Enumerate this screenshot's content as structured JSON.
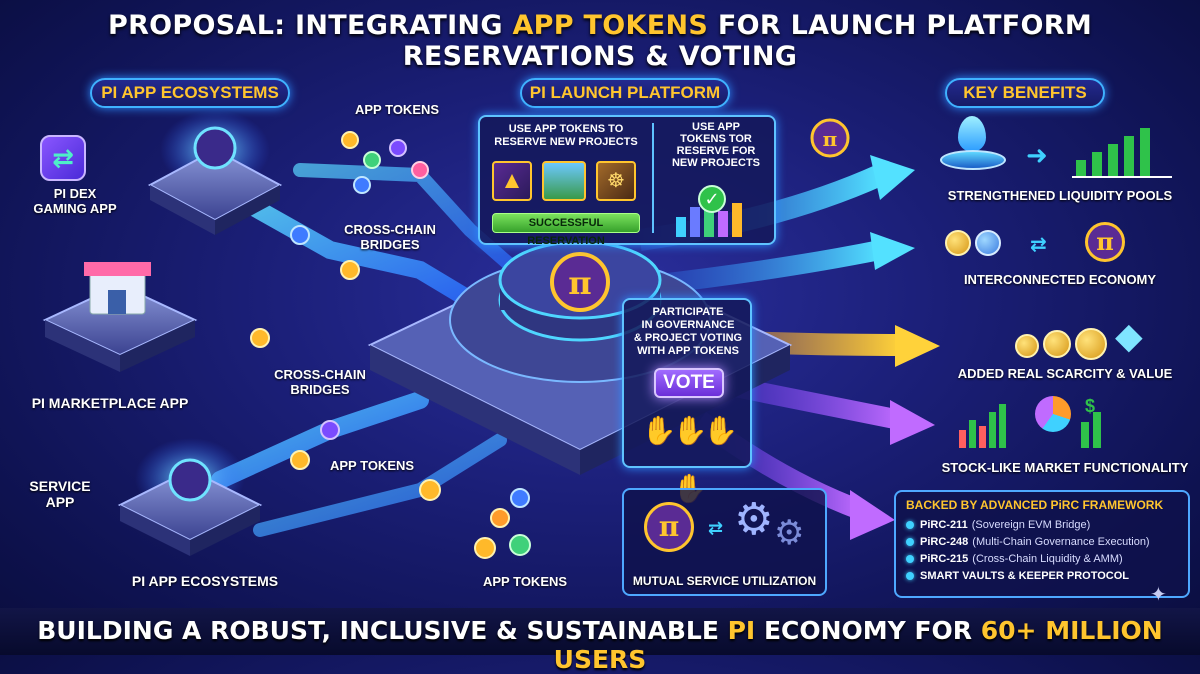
{
  "title": {
    "prefix": "PROPOSAL: INTEGRATING ",
    "highlight": "APP TOKENS",
    "suffix": " FOR LAUNCH PLATFORM RESERVATIONS & VOTING"
  },
  "sections": {
    "ecosystems": "PI APP ECOSYSTEMS",
    "launch_platform": "PI LAUNCH PLATFORM",
    "key_benefits": "KEY BENEFITS"
  },
  "apps": {
    "dex": "PI DEX\nGAMING APP",
    "marketplace": "PI MARKETPLACE APP",
    "service": "SERVICE\nAPP",
    "ecosystems_bottom": "PI APP ECOSYSTEMS"
  },
  "flow_labels": {
    "app_tokens_top": "APP TOKENS",
    "bridges_top": "CROSS-CHAIN\nBRIDGES",
    "bridges_mid": "CROSS-CHAIN\nBRIDGES",
    "app_tokens_mid": "APP TOKENS",
    "app_tokens_bottom": "APP TOKENS"
  },
  "launch": {
    "reserve_left": "USE APP TOKENS TO\nRESERVE NEW PROJECTS",
    "reserve_right": "USE APP\nTOKENS TOR\nRESERVE FOR\nNEW PROJECTS",
    "success_button": "SUCCESSFUL RESERVATION"
  },
  "governance": {
    "text": "PARTICIPATE\nIN GOVERNANCE\n& PROJECT VOTING\nWITH APP TOKENS",
    "vote_button": "VOTE"
  },
  "mutual": "MUTUAL SERVICE UTILIZATION",
  "benefits": [
    "STRENGTHENED LIQUIDITY POOLS",
    "INTERCONNECTED ECONOMY",
    "ADDED REAL SCARCITY & VALUE",
    "STOCK-LIKE MARKET FUNCTIONALITY"
  ],
  "pirc": {
    "title": "BACKED BY ADVANCED PiRC FRAMEWORK",
    "items": [
      {
        "code": "PiRC-211",
        "desc": "(Sovereign EVM Bridge)"
      },
      {
        "code": "PiRC-248",
        "desc": "(Multi-Chain Governance Execution)"
      },
      {
        "code": "PiRC-215",
        "desc": "(Cross-Chain Liquidity & AMM)"
      },
      {
        "code": "SMART VAULTS & KEEPER PROTOCOL",
        "desc": ""
      }
    ]
  },
  "footer": {
    "prefix": "BUILDING A ROBUST, INCLUSIVE & SUSTAINABLE ",
    "pi": "PI",
    "middle": " ECONOMY FOR ",
    "highlight": "60+ MILLION USERS"
  },
  "colors": {
    "accent_gold": "#ffc52e",
    "accent_blue": "#3fb2ff",
    "background": "#1b1f78"
  }
}
